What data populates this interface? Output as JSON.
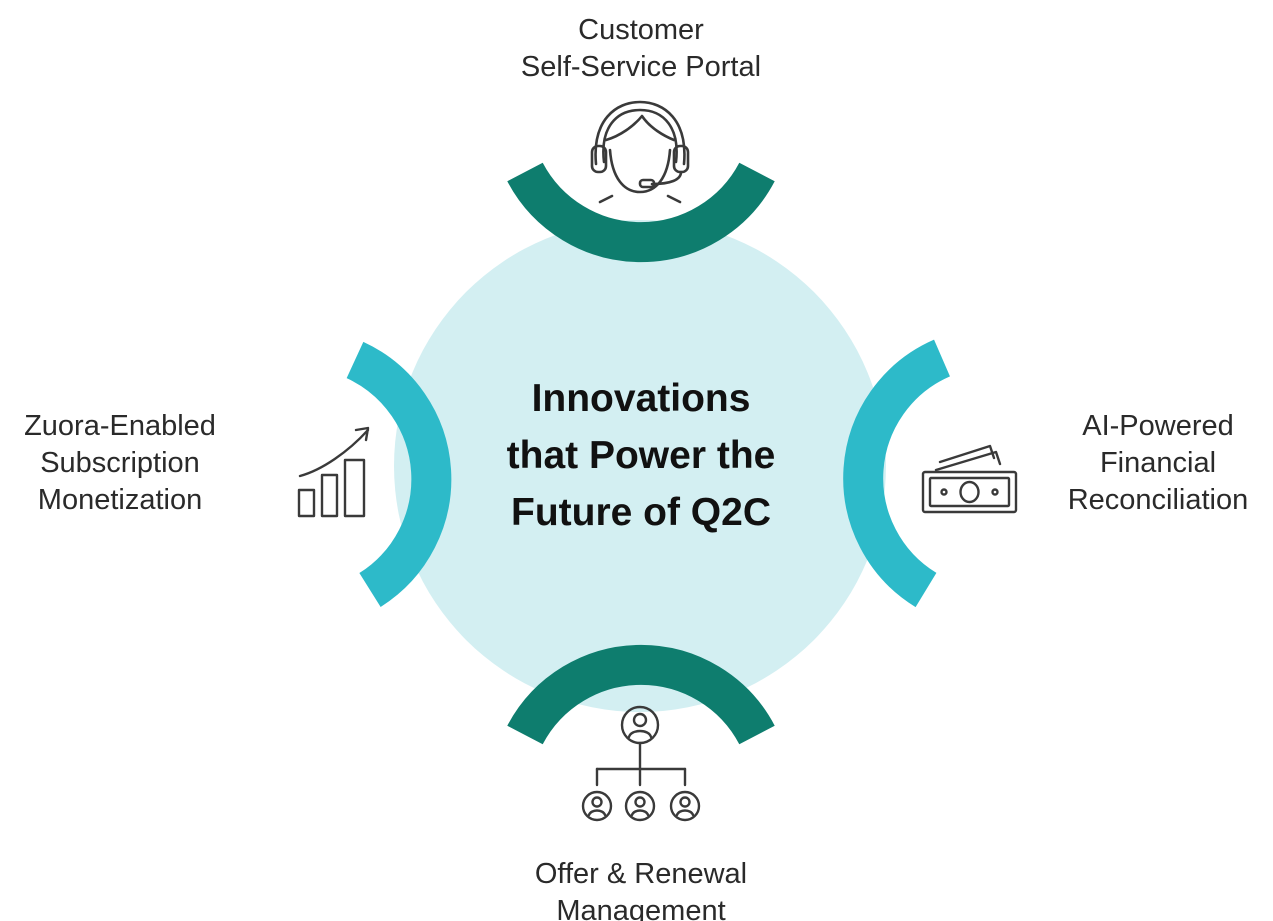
{
  "center_title": {
    "line1": "Innovations",
    "line2": "that Power the",
    "line3": "Future of Q2C"
  },
  "nodes": {
    "top": {
      "line1": "Customer",
      "line2": "Self-Service Portal",
      "icon": "headset-agent-icon"
    },
    "right": {
      "line1": "AI-Powered",
      "line2": "Financial",
      "line3": "Reconciliation",
      "icon": "cash-bills-icon"
    },
    "bottom": {
      "line1": "Offer & Renewal",
      "line2": "Management",
      "icon": "org-chart-users-icon"
    },
    "left": {
      "line1": "Zuora-Enabled",
      "line2": "Subscription",
      "line3": "Monetization",
      "icon": "growth-chart-icon"
    }
  },
  "colors": {
    "circle_fill": "#d3eff2",
    "arc_dark": "#0e7d6e",
    "arc_light": "#2dbac9",
    "icon_stroke": "#3a3a3a",
    "text": "#2a2a2a"
  }
}
